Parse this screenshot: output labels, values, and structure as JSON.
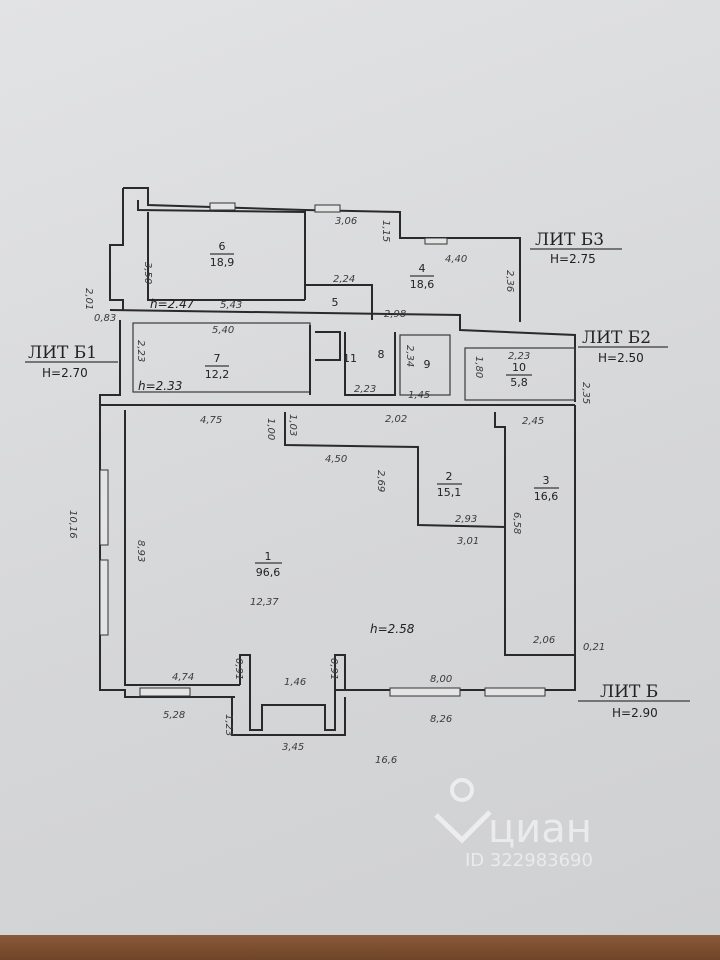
{
  "sections": [
    {
      "name": "ЛИТ Б3",
      "height": "H=2.75"
    },
    {
      "name": "ЛИТ Б2",
      "height": "H=2.50"
    },
    {
      "name": "ЛИТ Б1",
      "height": "H=2.70"
    },
    {
      "name": "ЛИТ Б",
      "height": "H=2.90"
    }
  ],
  "rooms": [
    {
      "number": "1",
      "area": "96,6"
    },
    {
      "number": "2",
      "area": "15,1"
    },
    {
      "number": "3",
      "area": "16,6"
    },
    {
      "number": "4",
      "area": "18,6"
    },
    {
      "number": "5",
      "area": ""
    },
    {
      "number": "6",
      "area": "18,9"
    },
    {
      "number": "7",
      "area": "12,2"
    },
    {
      "number": "8",
      "area": ""
    },
    {
      "number": "9",
      "area": ""
    },
    {
      "number": "10",
      "area": "5,8"
    },
    {
      "number": "11",
      "area": ""
    }
  ],
  "ceiling_heights": [
    "h=2.47",
    "h=2.33",
    "h=2.58"
  ],
  "dimensions": [
    "3,50",
    "2,01",
    "0,83",
    "5,43",
    "5,40",
    "2,23",
    "3,06",
    "1,15",
    "2,24",
    "4,40",
    "2,36",
    "2,98",
    "2,34",
    "1,80",
    "2,23",
    "1,45",
    "2,35",
    "2,23",
    "4,75",
    "1,00",
    "1,03",
    "2,02",
    "2,45",
    "4,50",
    "2,69",
    "2,93",
    "3,01",
    "6,58",
    "8,93",
    "10,16",
    "12,37",
    "2,06",
    "0,21",
    "4,74",
    "0,91",
    "1,46",
    "0,91",
    "8,00",
    "5,28",
    "8,26",
    "1,23",
    "3,45",
    "16,6"
  ],
  "watermark": {
    "brand": "циан",
    "listing_id": "ID 322983690"
  }
}
